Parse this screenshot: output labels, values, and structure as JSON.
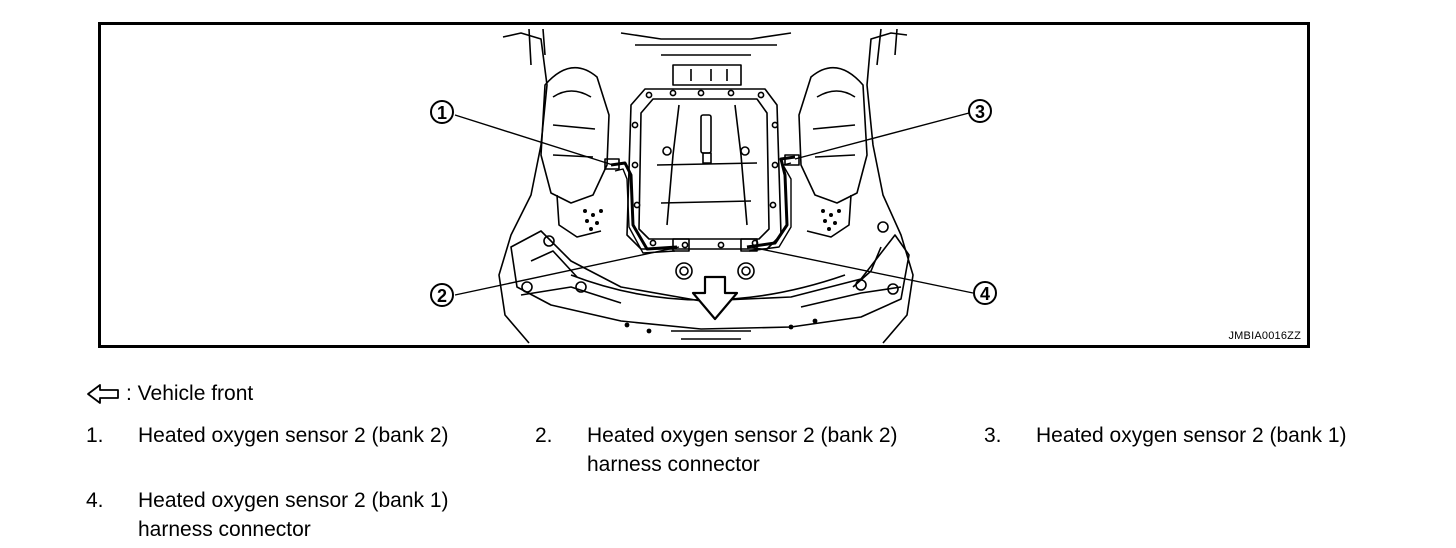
{
  "figure": {
    "id_label": "JMBIA0016ZZ",
    "callouts": [
      "1",
      "2",
      "3",
      "4"
    ]
  },
  "legend": {
    "icon": "outline-arrow-left-icon",
    "text": ": Vehicle front"
  },
  "items": [
    {
      "num": "1.",
      "line1": "Heated oxygen sensor 2 (bank 2)",
      "line2": ""
    },
    {
      "num": "2.",
      "line1": "Heated oxygen sensor 2 (bank 2)",
      "line2": "harness connector"
    },
    {
      "num": "3.",
      "line1": "Heated oxygen sensor 2 (bank 1)",
      "line2": ""
    },
    {
      "num": "4.",
      "line1": "Heated oxygen sensor 2 (bank 1)",
      "line2": "harness connector"
    }
  ]
}
